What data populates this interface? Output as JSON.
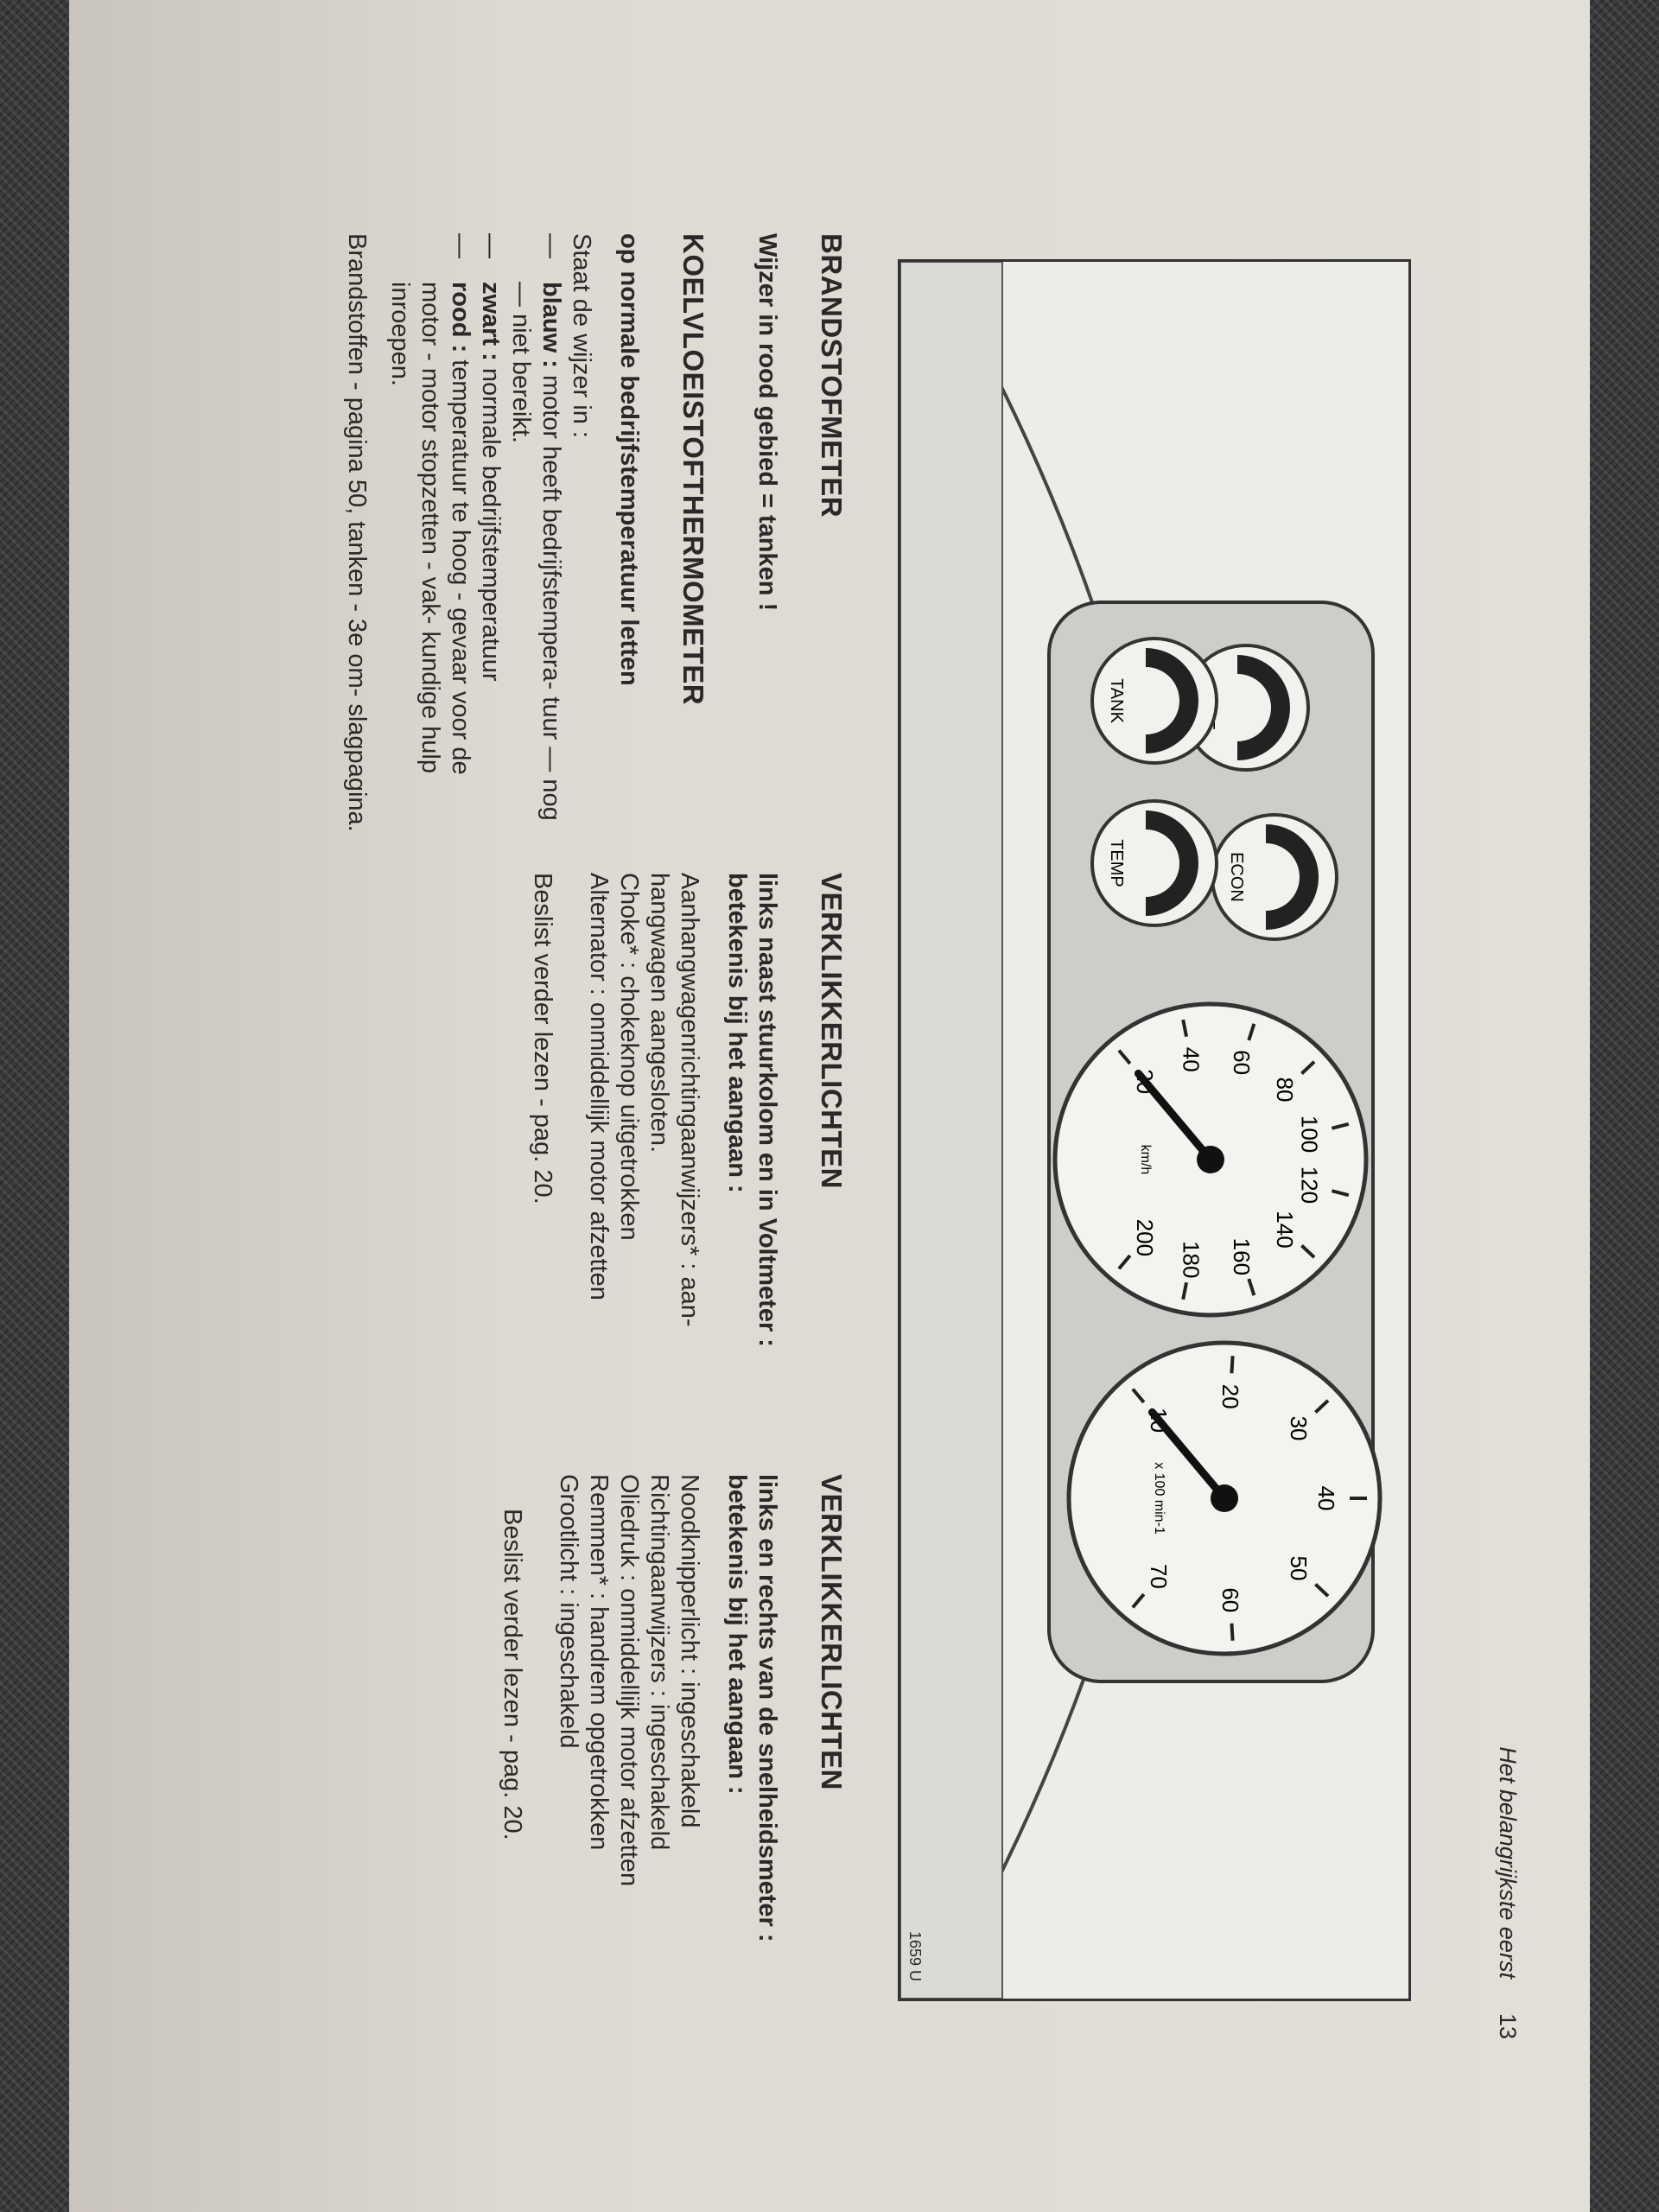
{
  "header": {
    "title": "Het belangrijkste eerst",
    "page_number": "13"
  },
  "figure": {
    "code": "1659 U",
    "gauges": {
      "volt": "VOLT",
      "tank": "TANK",
      "econ": "ECON",
      "temp": "TEMP",
      "speed_unit": "km/h",
      "speed_ticks": [
        "20",
        "40",
        "60",
        "80",
        "100",
        "120",
        "140",
        "160",
        "180",
        "200"
      ],
      "tach_unit": "x 100 min-1",
      "tach_ticks": [
        "10",
        "20",
        "30",
        "40",
        "50",
        "60",
        "70"
      ]
    }
  },
  "col1": {
    "h1": "BRANDSTOFMETER",
    "s1": "Wijzer in rood gebied = tanken !",
    "h2": "KOELVLOEISTOFTHERMOMETER",
    "s2": "op normale bedrijfstemperatuur letten",
    "intro": "Staat de wijzer in :",
    "items": [
      {
        "dash": "—",
        "key": "blauw :",
        "text": " motor heeft bedrijfstempera- tuur — nog — niet bereikt."
      },
      {
        "dash": "—",
        "key": "zwart :",
        "text": " normale bedrijfstemperatuur"
      },
      {
        "dash": "—",
        "key": "rood :",
        "text": " temperatuur te hoog - gevaar voor de motor - motor stopzetten - vak- kundige hulp inroepen."
      }
    ],
    "footer": "Brandstoffen - pagina 50, tanken - 3e om- slagpagina."
  },
  "col2": {
    "h": "VERKLIKKERLICHTEN",
    "s": "links naast stuurkolom en in Voltmeter : betekenis bij het aangaan :",
    "lines": [
      "Aanhangwagenrichtingaanwijzers* : aan- hangwagen aangesloten.",
      "Choke* : chokeknop uitgetrokken",
      "Alternator : onmiddellijk motor afzetten"
    ],
    "more": "Beslist verder lezen - pag. 20."
  },
  "col3": {
    "h": "VERKLIKKERLICHTEN",
    "s": "links en rechts van de snelheidsmeter : betekenis bij het aangaan :",
    "lines": [
      "Noodknipperlicht : ingeschakeld",
      "Richtingaanwijzers : ingeschakeld",
      "Oliedruk : onmiddellijk motor afzetten",
      "Remmen* : handrem opgetrokken",
      "Grootlicht : ingeschakeld"
    ],
    "more": "Beslist verder lezen - pag. 20."
  }
}
